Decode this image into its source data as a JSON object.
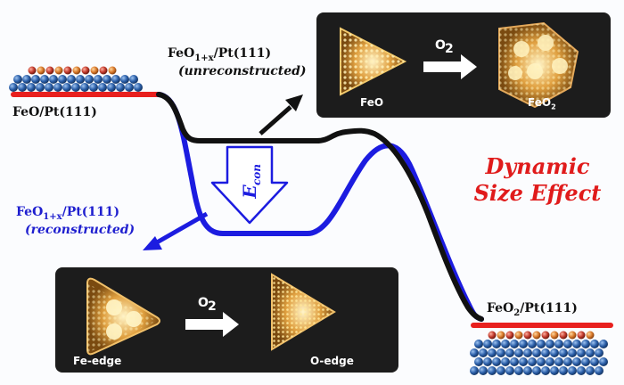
{
  "top_left_label": "FeO/Pt(111)",
  "unreconstructed_formula": "FeO",
  "unreconstructed_sub": "1+x",
  "unreconstructed_suffix": "/Pt(111)",
  "unreconstructed_note": "(unreconstructed)",
  "reconstructed_formula": "FeO",
  "reconstructed_sub": "1+x",
  "reconstructed_suffix": "/Pt(111)",
  "reconstructed_note": "(reconstructed)",
  "econ_main": "E",
  "econ_sub": "con",
  "dynamic_line1": "Dynamic",
  "dynamic_line2": "Size Effect",
  "right_label_prefix": "FeO",
  "right_label_sub": "2",
  "right_label_suffix": "/Pt(111)",
  "top_panel": {
    "left_caption": "FeO",
    "right_caption_prefix": "FeO",
    "right_caption_sub": "2",
    "arrow_text": "O",
    "arrow_sub": "2"
  },
  "bottom_panel": {
    "left_caption": "Fe-edge",
    "right_caption": "O-edge",
    "arrow_text": "O",
    "arrow_sub": "2"
  },
  "colors": {
    "black_curve": "#111111",
    "blue_curve": "#1c1ce0",
    "red_bar": "#e8201e",
    "panel_bg": "#1c1c1c",
    "atom_blue": "#2a5ea8",
    "atom_orange": "#d8782a"
  }
}
